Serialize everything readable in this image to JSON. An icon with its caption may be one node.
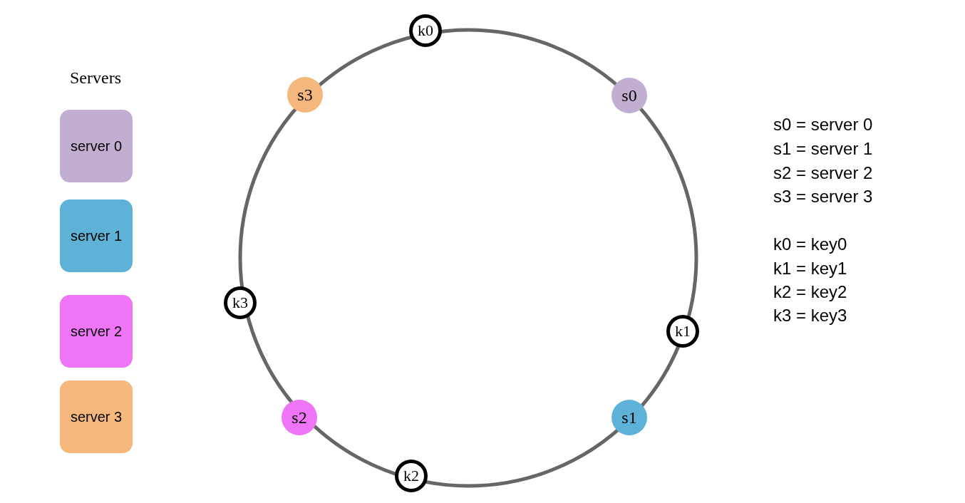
{
  "diagram": {
    "nodes": [
      {
        "text": [
          "server 0"
        ]
      },
      {
        "text": [
          "server 1"
        ]
      },
      {
        "text": [
          "server 2"
        ]
      },
      {
        "text": [
          "server 3"
        ]
      },
      {
        "text": [
          "k0"
        ]
      },
      {
        "text": [
          "s3"
        ]
      },
      {
        "text": [
          "s0"
        ]
      },
      {
        "text": [
          "k3"
        ]
      },
      {
        "text": [
          "k1"
        ]
      },
      {
        "text": [
          "s2"
        ]
      },
      {
        "text": [
          "k2"
        ]
      },
      {
        "text": [
          "s1"
        ]
      }
    ],
    "labels": [
      "Servers",
      "s0 = server 0",
      "s1 = server 1",
      "s2 = server 2",
      "s3 = server 3",
      "k0 = key0",
      "k1 = key1",
      "k2 = key2",
      "k3 = key3"
    ]
  }
}
